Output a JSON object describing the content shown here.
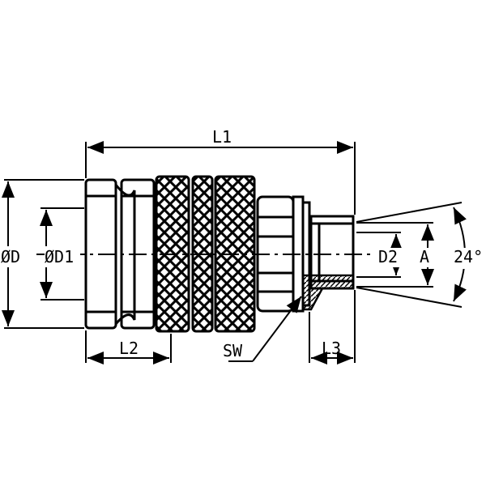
{
  "labels": {
    "L1": "L1",
    "L2": "L2",
    "L3": "L3",
    "OD": "ØD",
    "OD1": "ØD1",
    "D2": "D2",
    "A": "A",
    "angle": "24°",
    "SW": "SW"
  },
  "colors": {
    "line": "#000000",
    "background": "#ffffff"
  }
}
